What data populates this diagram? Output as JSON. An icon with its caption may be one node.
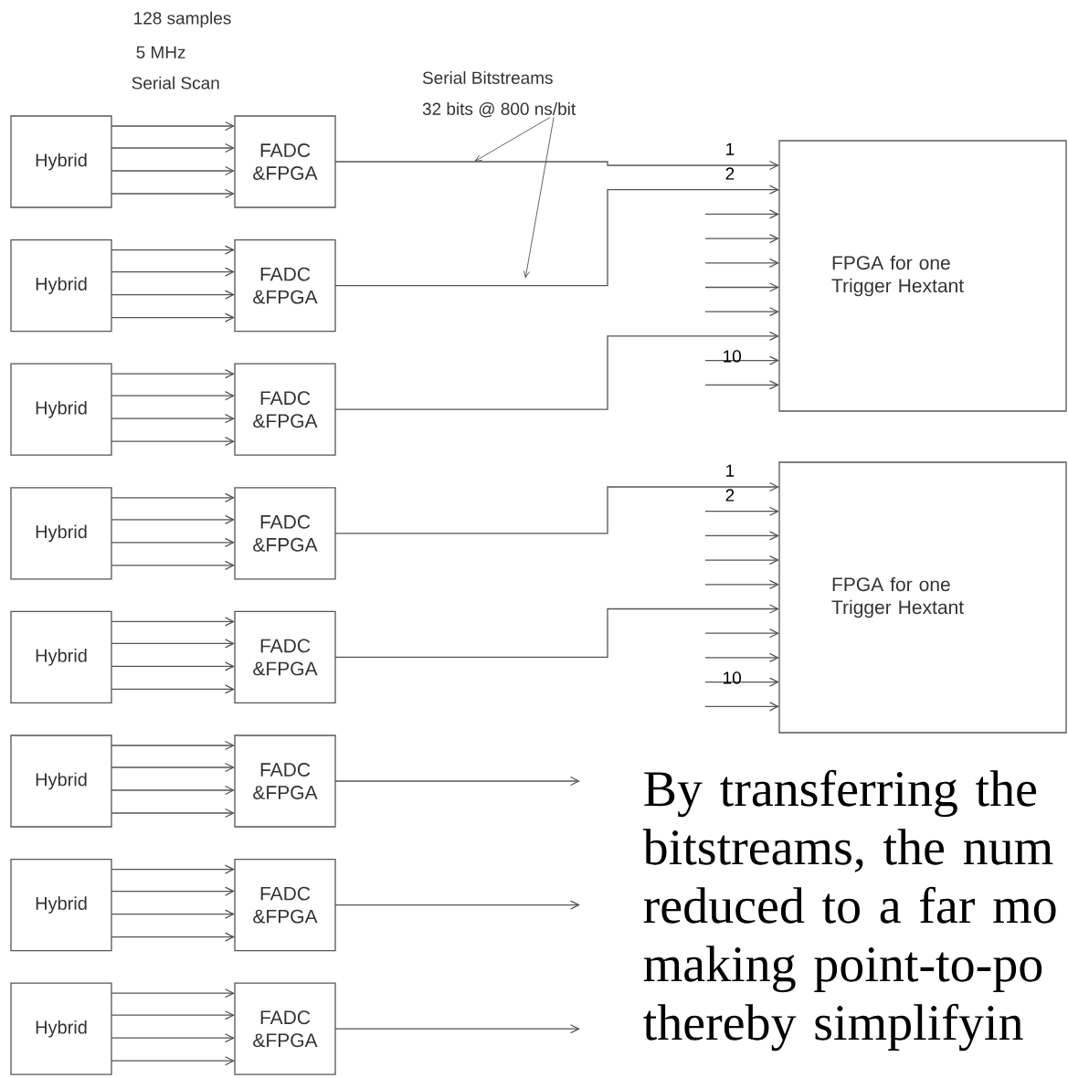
{
  "diagram": {
    "nodes": [
      {
        "text": [
          "Hybrid"
        ]
      },
      {
        "text": [
          "FADC &FPGA"
        ]
      },
      {
        "text": [
          "Hybrid"
        ]
      },
      {
        "text": [
          "FADC &FPGA"
        ]
      },
      {
        "text": [
          "Hybrid"
        ]
      },
      {
        "text": [
          "FADC &FPGA"
        ]
      },
      {
        "text": [
          "Hybrid"
        ]
      },
      {
        "text": [
          "FADC &FPGA"
        ]
      },
      {
        "text": [
          "Hybrid"
        ]
      },
      {
        "text": [
          "FADC &FPGA"
        ]
      },
      {
        "text": [
          "Hybrid"
        ]
      },
      {
        "text": [
          "FADC &FPGA"
        ]
      },
      {
        "text": [
          "Hybrid"
        ]
      },
      {
        "text": [
          "FADC &FPGA"
        ]
      },
      {
        "text": [
          "Hybrid"
        ]
      },
      {
        "text": [
          "FADC &FPGA"
        ]
      },
      {
        "text": [
          "FPGA for one Trigger Hextant"
        ]
      },
      {
        "text": [
          "FPGA for one Trigger Hextant"
        ]
      },
      {
        "text": [
          "Serial Bitstreams",
          "32 bits @ 800 ns/bit"
        ]
      }
    ],
    "edges": [
      {
        "from": 0,
        "to": 1,
        "arrow": "to"
      },
      {
        "from": 0,
        "to": 1,
        "arrow": "to"
      },
      {
        "from": 0,
        "to": 1,
        "arrow": "to"
      },
      {
        "from": 0,
        "to": 1,
        "arrow": "to"
      },
      {
        "from": 2,
        "to": 3,
        "arrow": "to"
      },
      {
        "from": 2,
        "to": 3,
        "arrow": "to"
      },
      {
        "from": 2,
        "to": 3,
        "arrow": "to"
      },
      {
        "from": 2,
        "to": 3,
        "arrow": "to"
      },
      {
        "from": 4,
        "to": 5,
        "arrow": "to"
      },
      {
        "from": 4,
        "to": 5,
        "arrow": "to"
      },
      {
        "from": 4,
        "to": 5,
        "arrow": "to"
      },
      {
        "from": 4,
        "to": 5,
        "arrow": "to"
      },
      {
        "from": 6,
        "to": 7,
        "arrow": "to"
      },
      {
        "from": 6,
        "to": 7,
        "arrow": "to"
      },
      {
        "from": 6,
        "to": 7,
        "arrow": "to"
      },
      {
        "from": 6,
        "to": 7,
        "arrow": "to"
      },
      {
        "from": 8,
        "to": 9,
        "arrow": "to"
      },
      {
        "from": 8,
        "to": 9,
        "arrow": "to"
      },
      {
        "from": 8,
        "to": 9,
        "arrow": "to"
      },
      {
        "from": 8,
        "to": 9,
        "arrow": "to"
      },
      {
        "from": 10,
        "to": 11,
        "arrow": "to"
      },
      {
        "from": 10,
        "to": 11,
        "arrow": "to"
      },
      {
        "from": 10,
        "to": 11,
        "arrow": "to"
      },
      {
        "from": 10,
        "to": 11,
        "arrow": "to"
      },
      {
        "from": 12,
        "to": 13,
        "arrow": "to"
      },
      {
        "from": 12,
        "to": 13,
        "arrow": "to"
      },
      {
        "from": 12,
        "to": 13,
        "arrow": "to"
      },
      {
        "from": 12,
        "to": 13,
        "arrow": "to"
      },
      {
        "from": 14,
        "to": 15,
        "arrow": "to"
      },
      {
        "from": 14,
        "to": 15,
        "arrow": "to"
      },
      {
        "from": 14,
        "to": 15,
        "arrow": "to"
      },
      {
        "from": 14,
        "to": 15,
        "arrow": "to"
      },
      {
        "from": 1,
        "to": 16,
        "arrow": "to"
      },
      {
        "from": 3,
        "to": 16,
        "arrow": "to"
      },
      {
        "from": 5,
        "to": 16,
        "arrow": "to"
      },
      {
        "from": 7,
        "to": 17,
        "arrow": "to"
      },
      {
        "from": 9,
        "to": 17,
        "arrow": "to"
      },
      {
        "from": 11,
        "to": null,
        "arrow": "to"
      },
      {
        "from": 13,
        "to": null,
        "arrow": "to"
      },
      {
        "from": 15,
        "to": null,
        "arrow": "to"
      },
      {
        "from": null,
        "to": 16,
        "arrow": "to"
      },
      {
        "from": null,
        "to": 16,
        "arrow": "to"
      },
      {
        "from": null,
        "to": 16,
        "arrow": "to"
      },
      {
        "from": null,
        "to": 16,
        "arrow": "to"
      },
      {
        "from": null,
        "to": 16,
        "arrow": "to"
      },
      {
        "from": null,
        "to": 16,
        "arrow": "to"
      },
      {
        "from": null,
        "to": 16,
        "arrow": "to"
      },
      {
        "from": null,
        "to": 17,
        "arrow": "to"
      },
      {
        "from": null,
        "to": 17,
        "arrow": "to"
      },
      {
        "from": null,
        "to": 17,
        "arrow": "to"
      },
      {
        "from": null,
        "to": 17,
        "arrow": "to"
      },
      {
        "from": null,
        "to": 17,
        "arrow": "to"
      },
      {
        "from": null,
        "to": 17,
        "arrow": "to"
      },
      {
        "from": null,
        "to": 17,
        "arrow": "to"
      },
      {
        "from": null,
        "to": 17,
        "arrow": "to"
      },
      {
        "from": 18,
        "to": null,
        "arrow": "to"
      },
      {
        "from": 18,
        "to": null,
        "arrow": "to"
      }
    ],
    "labels": [
      "128 samples",
      "5 MHz",
      "Serial Scan",
      "1",
      "2",
      "10",
      "1",
      "2",
      "10",
      "By transferring the bitstreams, the num reduced to a far mo making point-to-po thereby simplifyin"
    ]
  }
}
